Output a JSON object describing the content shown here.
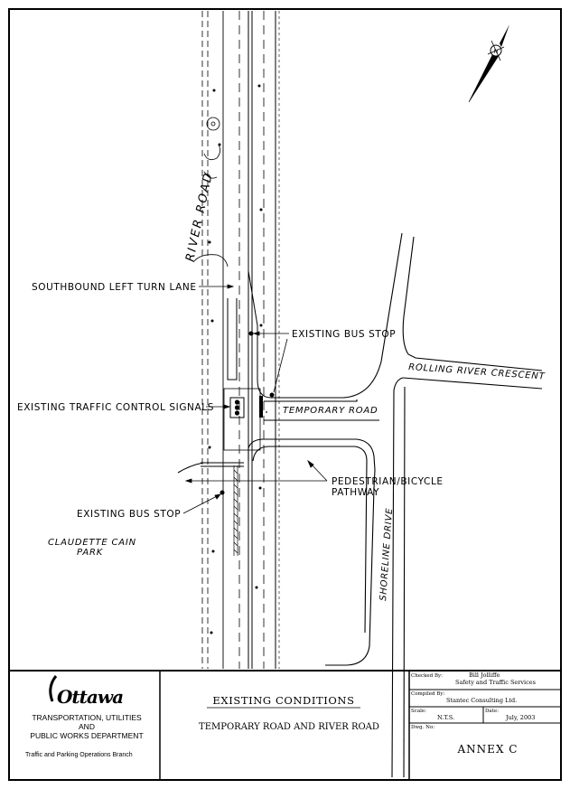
{
  "labels": {
    "river_road": "RIVER ROAD",
    "southbound_left_turn_lane": "SOUTHBOUND LEFT TURN LANE",
    "existing_bus_stop_north": "EXISTING BUS STOP",
    "rolling_river_crescent": "ROLLING RIVER CRESCENT",
    "existing_traffic_control_signals": "EXISTING TRAFFIC CONTROL SIGNALS",
    "temporary_road": "TEMPORARY ROAD",
    "pedestrian_bicycle_line1": "PEDESTRIAN/BICYCLE",
    "pedestrian_bicycle_line2": "PATHWAY",
    "existing_bus_stop_south": "EXISTING BUS STOP",
    "park_line1": "CLAUDETTE CAIN",
    "park_line2": "PARK",
    "shoreline_drive": "SHORELINE DRIVE"
  },
  "compass": {
    "symbol": "N"
  },
  "title_block": {
    "logo_text": "Ottawa",
    "department_line1": "TRANSPORTATION, UTILITIES",
    "department_line2": "AND",
    "department_line3": "PUBLIC WORKS DEPARTMENT",
    "branch": "Traffic and Parking Operations Branch",
    "title_main": "EXISTING CONDITIONS",
    "title_sub": "TEMPORARY ROAD AND RIVER ROAD",
    "checked_by_label": "Checked By:",
    "checked_by_name": "Bill Jolliffe",
    "checked_by_org": "Safety and Traffic Services",
    "compiled_by_label": "Compiled By:",
    "compiled_by_name": "Stantec Consulting Ltd.",
    "scale_label": "Scale:",
    "scale_value": "N.T.S.",
    "date_label": "Date:",
    "date_value": "July, 2003",
    "dwg_no_label": "Dwg. No:",
    "dwg_no_value": "ANNEX C"
  }
}
